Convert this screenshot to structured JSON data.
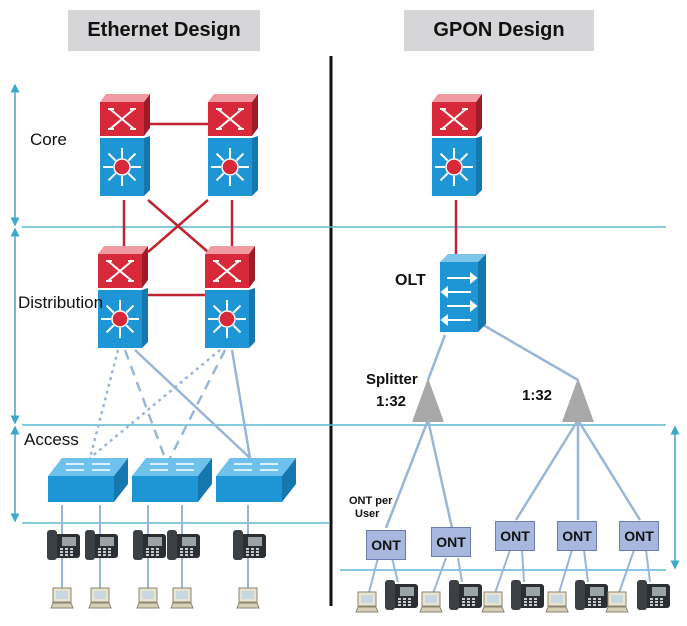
{
  "headers": {
    "ethernet": "Ethernet Design",
    "gpon": "GPON Design"
  },
  "tiers": {
    "core": "Core",
    "distribution": "Distribution",
    "access": "Access"
  },
  "gpon_labels": {
    "olt": "OLT",
    "splitter_line1": "Splitter",
    "splitter_line2": "1:32",
    "splitter2_ratio": "1:32",
    "ont_per_user_line1": "ONT per",
    "ont_per_user_line2": "User"
  },
  "ont_units": [
    {
      "label": "ONT"
    },
    {
      "label": "ONT"
    },
    {
      "label": "ONT"
    },
    {
      "label": "ONT"
    },
    {
      "label": "ONT"
    }
  ],
  "colors": {
    "header_bg": "#d6d6d9",
    "router_red": "#d8293a",
    "switch_blue": "#1e95d4",
    "link_red": "#c0242e",
    "link_blue": "#8fb0d4",
    "tier_line": "#5bb7d2",
    "splitter_gray": "#a8a8a8",
    "ont_box": "#a7b7dd"
  }
}
